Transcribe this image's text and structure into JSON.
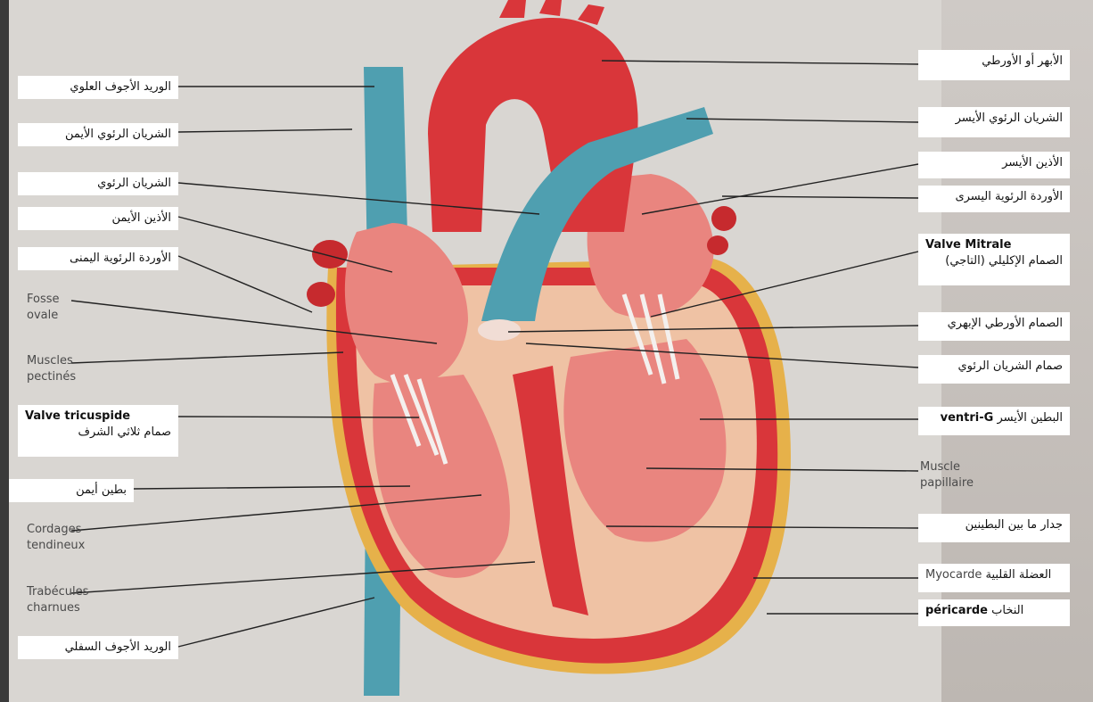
{
  "labels_left": {
    "superior_vena_cava": "الوريد الأجوف العلوي",
    "right_pulmonary_artery": "الشريان الرئوي الأيمن",
    "pulmonary_artery": "الشريان الرئوي",
    "right_atrium": "الأذين الأيمن",
    "right_pulmonary_veins": "الأوردة الرئوية اليمنى",
    "fosse_ovale": [
      "Fosse",
      "ovale"
    ],
    "muscles_pectines": [
      "Muscles",
      "pectinés"
    ],
    "tricuspid_fr": "Valve tricuspide",
    "tricuspid_ar": "صمام ثلاثي الشرف",
    "right_ventricle": "بطين أيمن",
    "cordages": [
      "Cordages",
      "tendineux"
    ],
    "trabecules": [
      "Trabécules",
      "charnues"
    ],
    "inferior_vena_cava": "الوريد الأجوف السفلي"
  },
  "labels_right": {
    "aorta": "الأبهر أو الأورطي",
    "left_pulmonary_artery": "الشريان الرئوي الأيسر",
    "left_atrium": "الأذين الأيسر",
    "left_pulmonary_veins": "الأوردة الرئوية اليسرى",
    "mitral_fr": "Valve Mitrale",
    "mitral_ar": "الصمام الإكليلي (التاجي)",
    "aortic_valve": "الصمام الأورطي الإبهري",
    "pulmonary_valve": "صمام الشريان الرئوي",
    "left_ventricle_ar": "البطين الأيسر",
    "left_ventricle_fr": "ventri-G",
    "muscle_papillaire": [
      "Muscle",
      "papillaire"
    ],
    "septum": "جدار ما بين البطينين",
    "myocarde_fr": "Myocarde",
    "myocarde_ar": "العضلة القلبية",
    "pericarde_fr": "péricarde",
    "pericarde_ar": "النخاب"
  },
  "colors": {
    "heart_red": "#d9363a",
    "chamber_pink": "#e9857f",
    "vessel_blue": "#4f9fb0",
    "fat_yellow": "#e6b14a",
    "line": "#222222"
  }
}
